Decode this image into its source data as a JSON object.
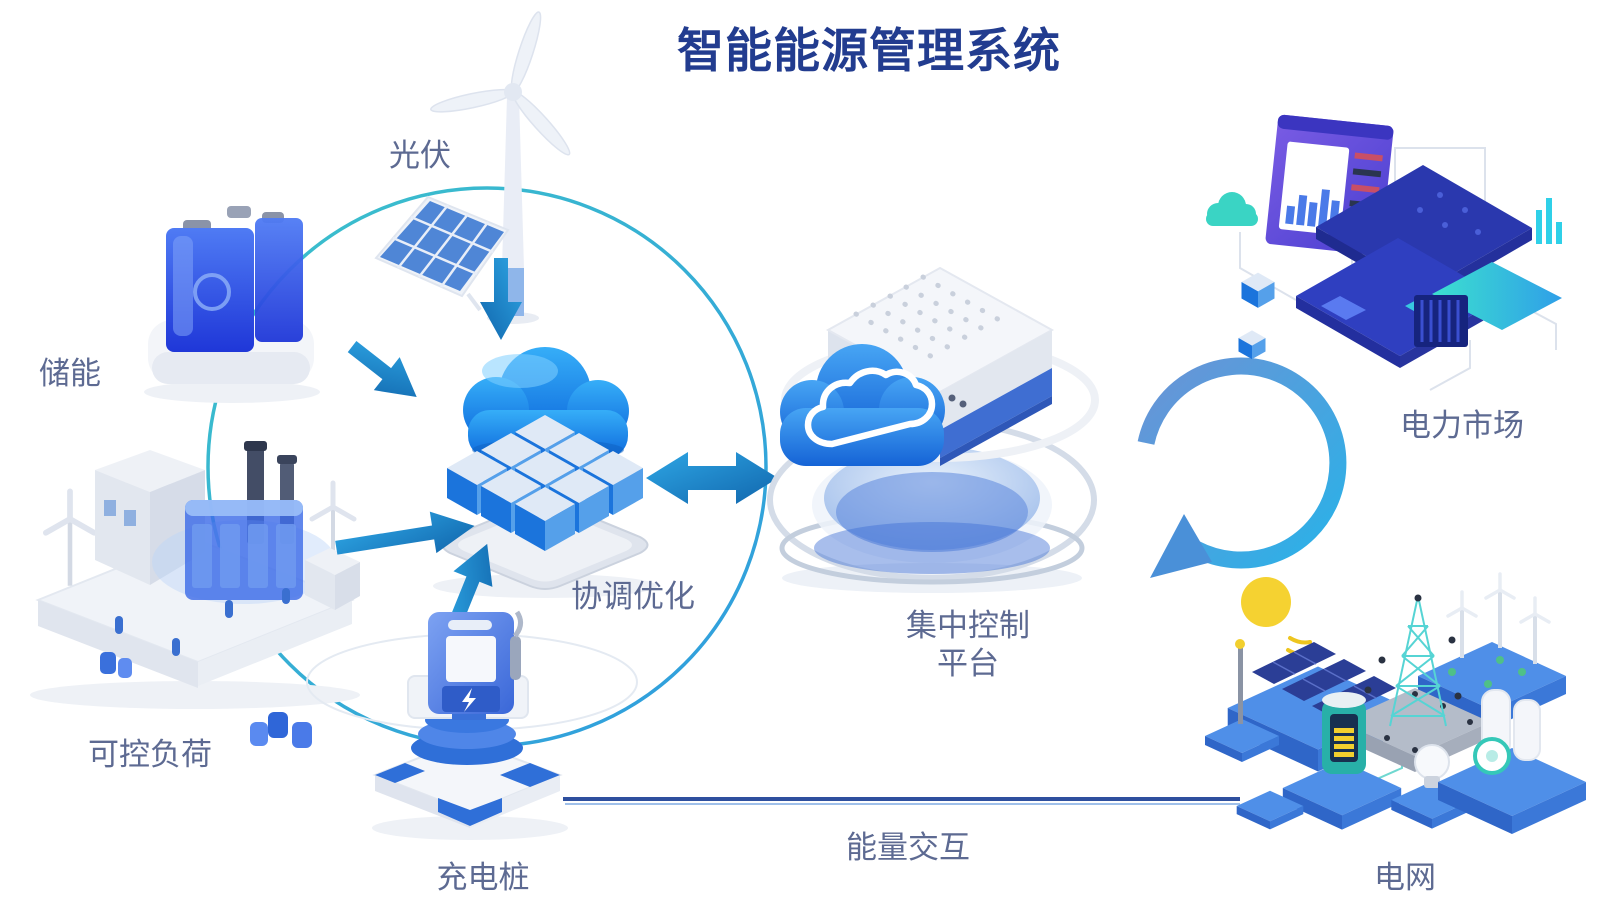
{
  "title": "智能能源管理系统",
  "nodes": {
    "pv": {
      "label": "光伏"
    },
    "storage": {
      "label": "储能"
    },
    "controllable_load": {
      "label": "可控负荷"
    },
    "charging_pile": {
      "label": "充电桩"
    },
    "coordination": {
      "label": "协调优化"
    },
    "control_platform": {
      "label_line1": "集中控制",
      "label_line2": "平台"
    },
    "power_market": {
      "label": "电力市场"
    },
    "power_grid": {
      "label": "电网"
    },
    "energy_exchange": {
      "label": "能量交互"
    }
  },
  "colors": {
    "title": "#223c8f",
    "label": "#5d6a92",
    "arrow_blue": "#1d85cb",
    "circle_teal": "#2fb0d8",
    "exchange_line": "#2e4f9e",
    "cloud_blue": "#1e88ee",
    "cycle_cyan": "#29b2e8",
    "bulb_yellow": "#f5d231"
  }
}
